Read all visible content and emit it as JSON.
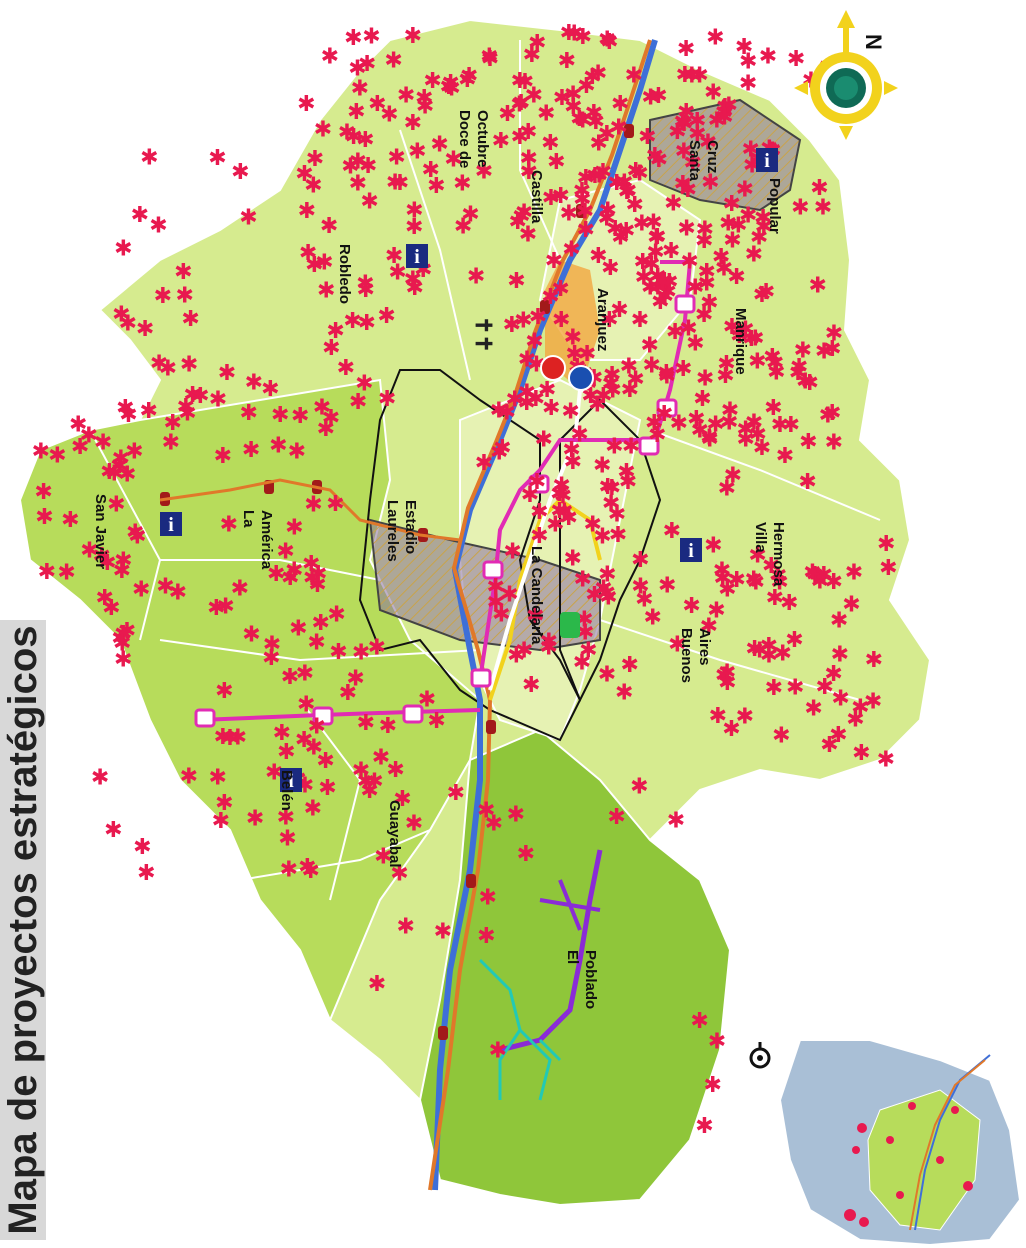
{
  "title": "Mapa de proyectos estratégicos",
  "compass": {
    "label": "N"
  },
  "districts": [
    {
      "id": "popular",
      "name": "Popular"
    },
    {
      "id": "santa-cruz",
      "name": "Santa Cruz"
    },
    {
      "id": "manrique",
      "name": "Manrique"
    },
    {
      "id": "aranjuez",
      "name": "Aranjuez"
    },
    {
      "id": "castilla",
      "name": "Castilla"
    },
    {
      "id": "doce-de-octubre",
      "name": "Doce de Octubre"
    },
    {
      "id": "robledo",
      "name": "Robledo"
    },
    {
      "id": "villa-hermosa",
      "name": "Villa Hermosa"
    },
    {
      "id": "buenos-aires",
      "name": "Buenos Aires"
    },
    {
      "id": "la-candelaria",
      "name": "La Candelaria"
    },
    {
      "id": "laureles-estadio",
      "name": "Laureles Estadio"
    },
    {
      "id": "la-america",
      "name": "La América"
    },
    {
      "id": "san-javier",
      "name": "San Javier"
    },
    {
      "id": "belen",
      "name": "Belén"
    },
    {
      "id": "guayabal",
      "name": "Guayabal"
    },
    {
      "id": "el-poblado",
      "name": "El Poblado"
    }
  ],
  "colors": {
    "zone_light": "#d6eb8f",
    "zone_mid": "#b7dc5b",
    "zone_dark": "#8fc63a",
    "zone_center": "#e6f2b3",
    "project_marker": "#e8194f",
    "river": "#3e6fd8",
    "metro_line": "#e0782a",
    "metrocable": "#e12bb4",
    "tranvia": "#f2d21c",
    "boundary": "#111111",
    "hatched_zone": "#8a6ea0",
    "purple_route": "#8a2bd6",
    "cyan_route": "#22c9b5",
    "info_icon": "#1a2a80"
  },
  "legend_icons": [
    "compass-icon",
    "info-icon",
    "metro-station-icon",
    "project-marker-icon"
  ]
}
